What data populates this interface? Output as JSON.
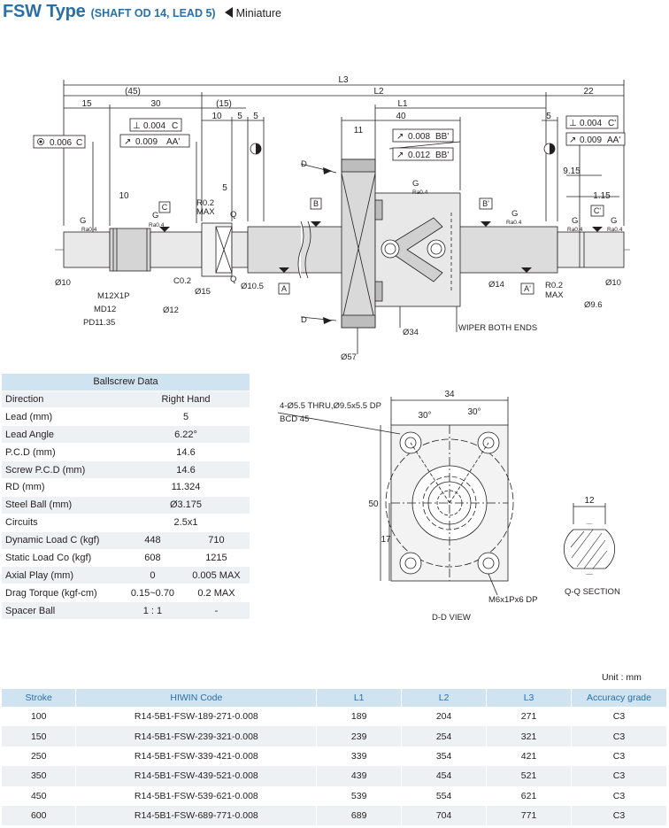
{
  "header": {
    "title": "FSW Type",
    "subtitle": "(SHAFT OD 14, LEAD 5)",
    "tag": "Miniature"
  },
  "drawing": {
    "dims": {
      "l3": "L3",
      "l2": "L2",
      "l1": "L1",
      "d45": "(45)",
      "d30": "30",
      "d15p": "(15)",
      "d15": "15",
      "d22": "22",
      "d10a": "10",
      "d5a": "5",
      "d5b": "5",
      "d40": "40",
      "d11": "11",
      "d5c": "5",
      "d10b": "10",
      "d5d": "5",
      "d915": "9.15",
      "d115": "1.15",
      "d50": "50",
      "d17": "17",
      "d34": "34",
      "d125": "12",
      "ang1": "30°",
      "ang2": "30°"
    },
    "gtol": {
      "perp_c": "0.004",
      "perp_c_ref": "C",
      "runout_aa": "0.009",
      "runout_aa_ref": "AA'",
      "conc_c": "0.006",
      "conc_c_ref": "C",
      "runout_bb1": "0.008",
      "runout_bb1_ref": "BB'",
      "runout_bb2": "0.012",
      "runout_bb2_ref": "BB'",
      "perp_c2": "0.004",
      "perp_c2_ref": "C'",
      "runout_aa2": "0.009",
      "runout_aa2_ref": "AA'"
    },
    "labels": {
      "g": "G",
      "ra04": "Ra0.4",
      "r02max": "R0.2",
      "max": "MAX",
      "q": "Q",
      "d": "D",
      "datum_a": "A",
      "datum_b": "B",
      "datum_c": "C",
      "datum_a2": "A'",
      "datum_b2": "B'",
      "datum_c2": "C'",
      "phi10": "Ø10",
      "m12": "M12X1P",
      "md12": "MD12",
      "pd1135": "PD11.35",
      "phi12": "Ø12",
      "c02": "C0.2",
      "phi15": "Ø15",
      "phi105": "Ø10.5",
      "phi34": "Ø34",
      "phi57": "Ø57",
      "wiper": "WIPER BOTH ENDS",
      "phi14": "Ø14",
      "phi10b": "Ø10",
      "phi96": "Ø9.6",
      "holes": "4-Ø5.5 THRU,Ø9.5x5.5 DP",
      "bcd": "BCD 45",
      "m6": "M6x1Px6 DP",
      "ddview": "D-D VIEW",
      "qq": "Q-Q SECTION"
    }
  },
  "ballscrew": {
    "title": "Ballscrew Data",
    "rows": [
      {
        "label": "Direction",
        "v1": "Right Hand"
      },
      {
        "label": "Lead (mm)",
        "v1": "5"
      },
      {
        "label": "Lead Angle",
        "v1": "6.22°"
      },
      {
        "label": "P.C.D (mm)",
        "v1": "14.6"
      },
      {
        "label": "Screw P.C.D (mm)",
        "v1": "14.6"
      },
      {
        "label": "RD (mm)",
        "v1": "11.324"
      },
      {
        "label": "Steel Ball (mm)",
        "v1": "Ø3.175"
      },
      {
        "label": "Circuits",
        "v1": "2.5x1"
      },
      {
        "label": "Dynamic Load C (kgf)",
        "v1": "448",
        "v2": "710"
      },
      {
        "label": "Static Load Co (kgf)",
        "v1": "608",
        "v2": "1215"
      },
      {
        "label": "Axial Play (mm)",
        "v1": "0",
        "v2": "0.005 MAX"
      },
      {
        "label": "Drag Torque (kgf-cm)",
        "v1": "0.15~0.70",
        "v2": "0.2 MAX"
      },
      {
        "label": "Spacer Ball",
        "v1": "1 : 1",
        "v2": "-"
      }
    ]
  },
  "unit_label": "Unit : mm",
  "stroke_table": {
    "headers": [
      "Stroke",
      "HIWIN Code",
      "L1",
      "L2",
      "L3",
      "Accuracy grade"
    ],
    "rows": [
      [
        "100",
        "R14-5B1-FSW-189-271-0.008",
        "189",
        "204",
        "271",
        "C3"
      ],
      [
        "150",
        "R14-5B1-FSW-239-321-0.008",
        "239",
        "254",
        "321",
        "C3"
      ],
      [
        "250",
        "R14-5B1-FSW-339-421-0.008",
        "339",
        "354",
        "421",
        "C3"
      ],
      [
        "350",
        "R14-5B1-FSW-439-521-0.008",
        "439",
        "454",
        "521",
        "C3"
      ],
      [
        "450",
        "R14-5B1-FSW-539-621-0.008",
        "539",
        "554",
        "621",
        "C3"
      ],
      [
        "600",
        "R14-5B1-FSW-689-771-0.008",
        "689",
        "704",
        "771",
        "C3"
      ]
    ]
  },
  "colors": {
    "accent": "#2a6fa8",
    "header_bg": "#cfe3f1",
    "row_alt": "#eef1f3"
  }
}
